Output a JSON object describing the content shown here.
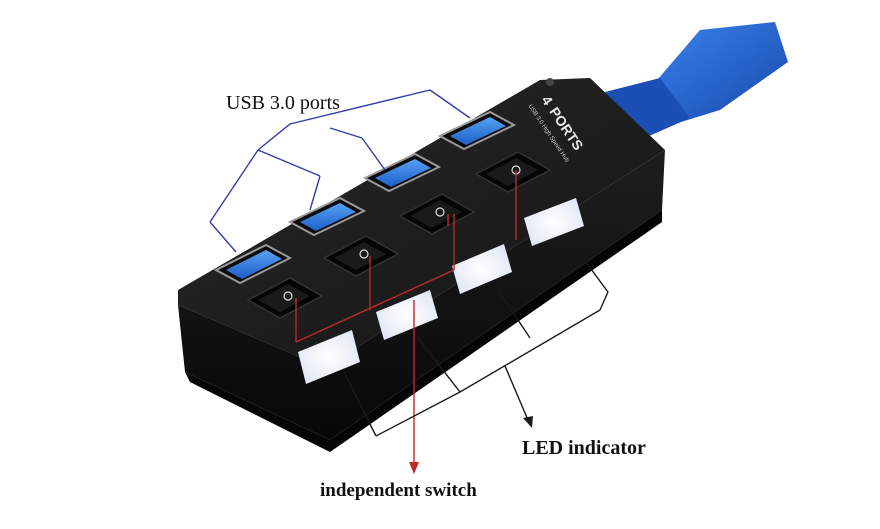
{
  "annotations": {
    "ports_label": "USB 3.0 ports",
    "led_label": "LED indicator",
    "switch_label": "independent switch"
  },
  "device_print": {
    "brand_number": "4",
    "brand_text": "PORTS",
    "subtitle": "USB 3.0 High Speed Hub"
  },
  "colors": {
    "cable": "#1f5fd6",
    "body": "#141414",
    "port_blue": "#2d7be0",
    "led": "#f4f7ff",
    "ports_bracket": "#2f3ea8",
    "switch_lines": "#c0282b",
    "led_bracket": "#1a1a1a"
  }
}
